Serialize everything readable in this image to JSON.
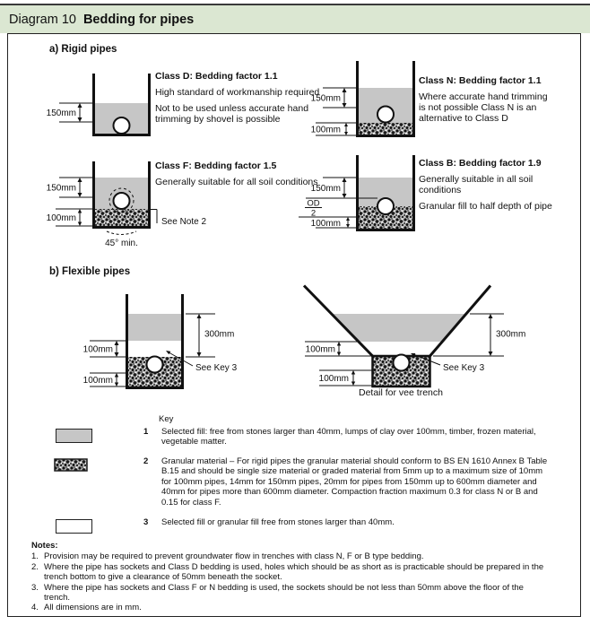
{
  "header": {
    "label": "Diagram 10",
    "title": "Bedding for pipes"
  },
  "sections": {
    "rigid": "a) Rigid pipes",
    "flexible": "b) Flexible pipes"
  },
  "rigid": {
    "classD": {
      "title": "Class D: Bedding factor 1.1",
      "p1": "High standard of workmanship required",
      "p2": "Not to be used unless accurate hand trimming by shovel is possible",
      "dim_cover": "150mm"
    },
    "classN": {
      "title": "Class N: Bedding factor 1.1",
      "p1": "Where accurate hand trimming is not possible Class N is an alternative to Class D",
      "dim_cover": "150mm",
      "dim_bed": "100mm"
    },
    "classF": {
      "title": "Class F: Bedding factor 1.5",
      "p1": "Generally suitable for all soil conditions",
      "dim_cover": "150mm",
      "dim_bed": "100mm",
      "note_ref": "See Note 2",
      "angle": "45° min."
    },
    "classB": {
      "title": "Class B: Bedding factor 1.9",
      "p1": "Generally suitable in all soil conditions",
      "p2": "Granular fill to half depth of pipe",
      "dim_cover": "150mm",
      "dim_bed": "100mm",
      "od_num": "OD",
      "od_den": "2"
    }
  },
  "flexible": {
    "trench": {
      "dim_upper": "100mm",
      "dim_lower": "100mm",
      "dim_cover": "300mm",
      "key_ref": "See Key 3"
    },
    "vee": {
      "dim_upper": "100mm",
      "dim_lower": "100mm",
      "dim_cover": "300mm",
      "key_ref": "See Key 3",
      "caption": "Detail for vee trench"
    }
  },
  "key": {
    "label": "Key",
    "items": [
      {
        "num": "1",
        "text": "Selected fill: free from stones larger than 40mm, lumps of clay over 100mm, timber, frozen material, vegetable matter."
      },
      {
        "num": "2",
        "text": "Granular material – For rigid pipes the granular material should conform to BS EN 1610 Annex B Table B.15 and should be single size material or graded material from 5mm up to a maximum size of 10mm for 100mm pipes, 14mm for 150mm pipes, 20mm for pipes from 150mm up to 600mm diameter and 40mm for pipes more than 600mm diameter. Compaction fraction maximum 0.3 for class N or B and 0.15 for class F."
      },
      {
        "num": "3",
        "text": "Selected fill or granular fill free from stones larger than 40mm."
      }
    ]
  },
  "notes": {
    "label": "Notes:",
    "items": [
      {
        "num": "1.",
        "text": "Provision may be required to prevent groundwater flow in trenches with class N, F or B type bedding."
      },
      {
        "num": "2.",
        "text": "Where the pipe has sockets and Class D bedding is used, holes which should be as short as is practicable should be prepared in the trench bottom to give a clearance of 50mm beneath the socket."
      },
      {
        "num": "3.",
        "text": "Where the pipe has sockets and Class F or N bedding is used, the sockets should be not less than 50mm above the floor of the trench."
      },
      {
        "num": "4.",
        "text": "All dimensions are in mm."
      }
    ]
  },
  "colors": {
    "header_bg": "#dbe7d2",
    "selected_fill": "#c6c6c6",
    "line": "#111111"
  }
}
